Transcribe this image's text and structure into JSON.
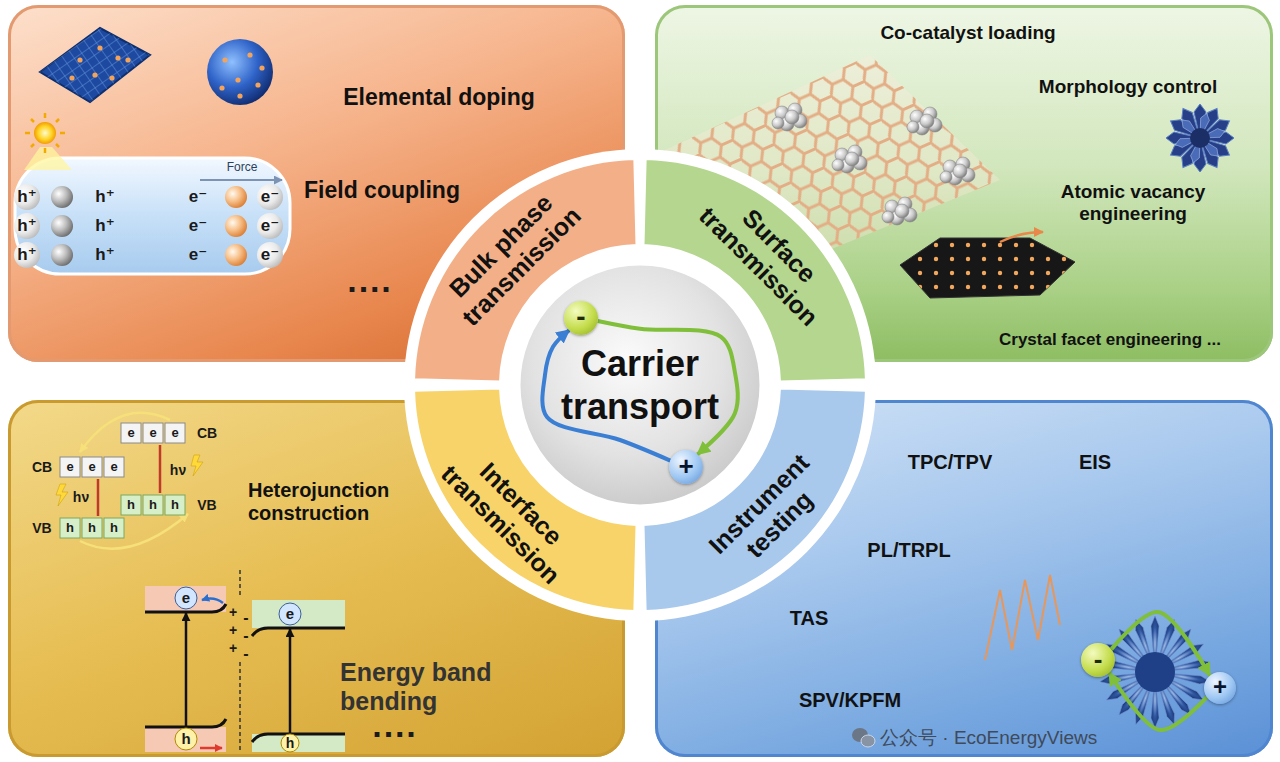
{
  "diagram": {
    "nodes": [
      {
        "text": [
          "Elemental doping",
          "Field coupling"
        ]
      },
      {
        "text": [
          "Co-catalyst loading",
          "Morphology control",
          "Atomic vacancy engineering",
          "Crystal facet engineering ..."
        ]
      },
      {
        "text": [
          "Heterojunction construction",
          "Energy band bending"
        ]
      },
      {
        "text": [
          "TPC/TPV",
          "EIS",
          "PL/TRPL",
          "TAS",
          "SPV/KPFM"
        ]
      },
      {
        "text": [
          "-"
        ],
        "in": 3
      },
      {
        "text": [
          "+"
        ],
        "in": 3
      },
      {
        "text": [
          "Bulk phase transmission"
        ]
      },
      {
        "text": [
          "Surface transmission"
        ]
      },
      {
        "text": [
          "Interface transmission"
        ]
      },
      {
        "text": [
          "Instrument testing"
        ]
      },
      {
        "text": [
          "Carrier transport"
        ]
      },
      {
        "text": [
          "-"
        ],
        "in": 10
      },
      {
        "text": [
          "+"
        ],
        "in": 10
      }
    ],
    "edges": [
      {
        "from": 4,
        "to": 5,
        "arrow": "to"
      },
      {
        "from": 5,
        "to": 4,
        "arrow": "to"
      },
      {
        "from": 11,
        "to": 12,
        "arrow": "to"
      },
      {
        "from": 12,
        "to": 11,
        "arrow": "to"
      }
    ],
    "labels": [
      "Force",
      "h⁺",
      "h⁺",
      "e⁻",
      "e⁻",
      "h⁺",
      "h⁺",
      "e⁻",
      "e⁻",
      "h⁺",
      "h⁺",
      "e⁻",
      "e⁻",
      "····",
      "CB",
      "e",
      "e",
      "e",
      "e",
      "e",
      "e",
      "CB",
      "hν",
      "hν",
      "VB",
      "h",
      "h",
      "h",
      "h",
      "h",
      "h",
      "VB",
      "e",
      "e",
      "+",
      "+",
      "+",
      "-",
      "-",
      "-",
      "h",
      "h",
      "····",
      "公众号 · EcoEnergyViews"
    ]
  }
}
